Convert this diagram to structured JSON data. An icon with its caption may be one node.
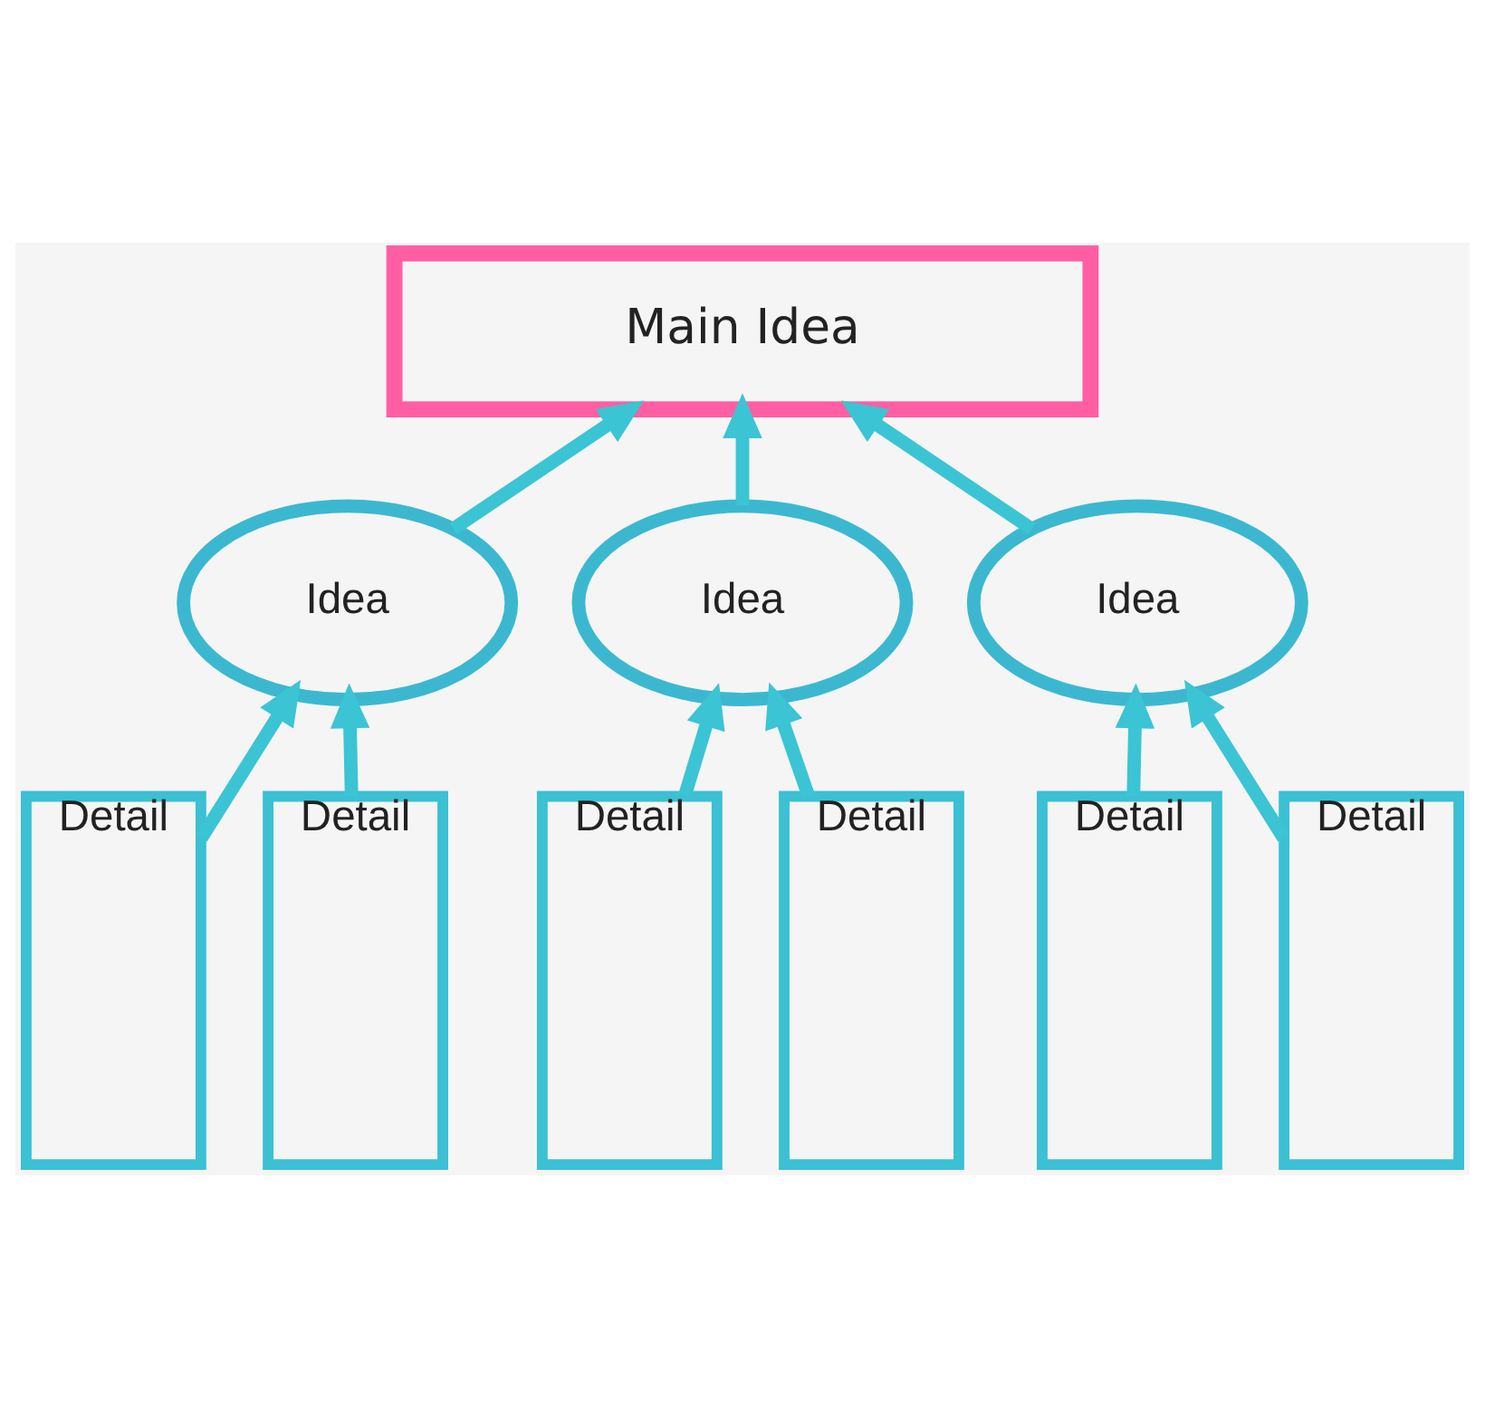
{
  "diagram": {
    "nodes": [
      {
        "text": [
          "Main Idea"
        ]
      },
      {
        "text": [
          "Idea"
        ]
      },
      {
        "text": [
          "Idea"
        ]
      },
      {
        "text": [
          "Idea"
        ]
      },
      {
        "text": [
          "Detail"
        ]
      },
      {
        "text": [
          "Detail"
        ]
      },
      {
        "text": [
          "Detail"
        ]
      },
      {
        "text": [
          "Detail"
        ]
      },
      {
        "text": [
          "Detail"
        ]
      },
      {
        "text": [
          "Detail"
        ]
      }
    ],
    "edges": [
      {
        "from": 1,
        "to": 0,
        "arrow": "to"
      },
      {
        "from": 2,
        "to": 0,
        "arrow": "to"
      },
      {
        "from": 3,
        "to": 0,
        "arrow": "to"
      },
      {
        "from": 4,
        "to": 1,
        "arrow": "to"
      },
      {
        "from": 5,
        "to": 1,
        "arrow": "to"
      },
      {
        "from": 6,
        "to": 2,
        "arrow": "to"
      },
      {
        "from": 7,
        "to": 2,
        "arrow": "to"
      },
      {
        "from": 8,
        "to": 3,
        "arrow": "to"
      },
      {
        "from": 9,
        "to": 3,
        "arrow": "to"
      }
    ]
  }
}
